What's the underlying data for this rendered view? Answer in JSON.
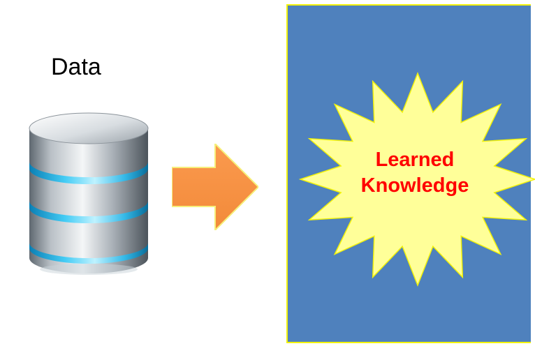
{
  "source": {
    "label": "Data",
    "icon": "database-icon"
  },
  "flow": {
    "icon": "right-arrow-icon",
    "color": "#f79646"
  },
  "result": {
    "panel_color": "#4f81bd",
    "panel_border_color": "#f2f20a",
    "burst_color": "#ffff99",
    "text_color": "#ff0000",
    "line1": "Learned",
    "line2": "Knowledge"
  }
}
